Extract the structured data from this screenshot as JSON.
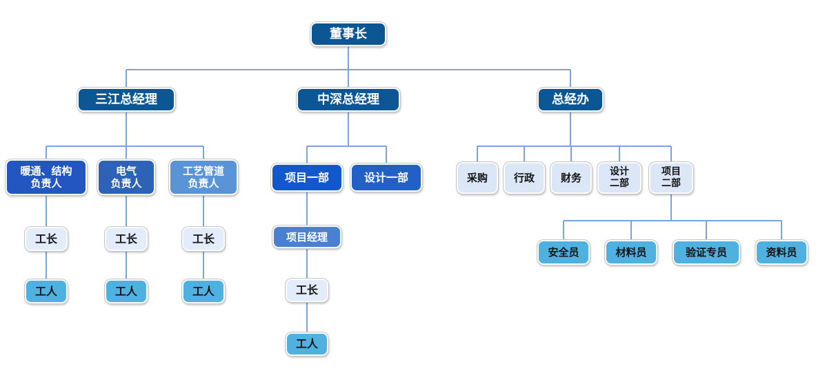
{
  "diagram_type": "organization-chart",
  "colors": {
    "level1": "#0d5694",
    "hvac_lead": "#2456c2",
    "electrical_lead": "#2d62b6",
    "piping_lead": "#5b94d6",
    "project_dept1": "#1257cb",
    "design_dept1": "#2360c6",
    "project_manager": "#4a80d2",
    "pale_office": "#dbe7f7",
    "foreman": "#e3ecfb",
    "cyan": "#4fb1e0",
    "connector": "#78a3de"
  },
  "nodes": {
    "chairman": {
      "label": "董事长"
    },
    "sanjiang_gm": {
      "label": "三江总经理"
    },
    "zhongshen_gm": {
      "label": "中深总经理"
    },
    "gm_office": {
      "label": "总经办"
    },
    "hvac_structure_lead": {
      "label": "暖通、结构\n负责人"
    },
    "electrical_lead": {
      "label": "电气\n负责人"
    },
    "piping_lead": {
      "label": "工艺管道\n负责人"
    },
    "project_dept_1": {
      "label": "项目一部"
    },
    "design_dept_1": {
      "label": "设计一部"
    },
    "procurement": {
      "label": "采购"
    },
    "admin": {
      "label": "行政"
    },
    "finance": {
      "label": "财务"
    },
    "design_dept_2": {
      "label": "设计\n二部"
    },
    "project_dept_2": {
      "label": "项目\n二部"
    },
    "project_manager": {
      "label": "项目经理"
    },
    "foreman": {
      "label": "工长"
    },
    "worker": {
      "label": "工人"
    },
    "safety_officer": {
      "label": "安全员"
    },
    "material_officer": {
      "label": "材料员"
    },
    "verification_specialist": {
      "label": "验证专员"
    },
    "document_officer": {
      "label": "资料员"
    }
  },
  "edges": [
    [
      "chairman",
      "sanjiang_gm"
    ],
    [
      "chairman",
      "zhongshen_gm"
    ],
    [
      "chairman",
      "gm_office"
    ],
    [
      "sanjiang_gm",
      "hvac_structure_lead"
    ],
    [
      "sanjiang_gm",
      "electrical_lead"
    ],
    [
      "sanjiang_gm",
      "piping_lead"
    ],
    [
      "hvac_structure_lead",
      "foreman_1"
    ],
    [
      "electrical_lead",
      "foreman_2"
    ],
    [
      "piping_lead",
      "foreman_3"
    ],
    [
      "foreman_1",
      "worker_1"
    ],
    [
      "foreman_2",
      "worker_2"
    ],
    [
      "foreman_3",
      "worker_3"
    ],
    [
      "zhongshen_gm",
      "project_dept_1"
    ],
    [
      "zhongshen_gm",
      "design_dept_1"
    ],
    [
      "project_dept_1",
      "project_manager"
    ],
    [
      "project_manager",
      "foreman_4"
    ],
    [
      "foreman_4",
      "worker_4"
    ],
    [
      "gm_office",
      "procurement"
    ],
    [
      "gm_office",
      "admin"
    ],
    [
      "gm_office",
      "finance"
    ],
    [
      "gm_office",
      "design_dept_2"
    ],
    [
      "gm_office",
      "project_dept_2"
    ],
    [
      "project_dept_2",
      "safety_officer"
    ],
    [
      "project_dept_2",
      "material_officer"
    ],
    [
      "project_dept_2",
      "verification_specialist"
    ],
    [
      "project_dept_2",
      "document_officer"
    ]
  ]
}
